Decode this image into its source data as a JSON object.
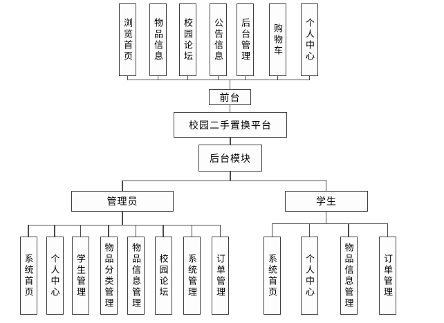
{
  "diagram": {
    "platform": "校园二手置换平台",
    "frontend": {
      "label": "前台",
      "modules": [
        "浏览首页",
        "物品信息",
        "校园论坛",
        "公告信息",
        "后台管理",
        "购物车",
        "个人中心"
      ]
    },
    "backend": {
      "label": "后台模块",
      "roles": [
        {
          "label": "管理员",
          "children": [
            "系统首页",
            "个人中心",
            "学生管理",
            "物品分类管理",
            "物品信息管理",
            "校园论坛",
            "系统管理",
            "订单管理"
          ]
        },
        {
          "label": "学生",
          "children": [
            "系统首页",
            "个人中心",
            "物品信息管理",
            "订单管理"
          ]
        }
      ]
    },
    "colors": {
      "border": "#3f3f3f",
      "line": "#4a4a4a",
      "background": "#ffffff",
      "box_fill": "#fdfdfe"
    }
  }
}
